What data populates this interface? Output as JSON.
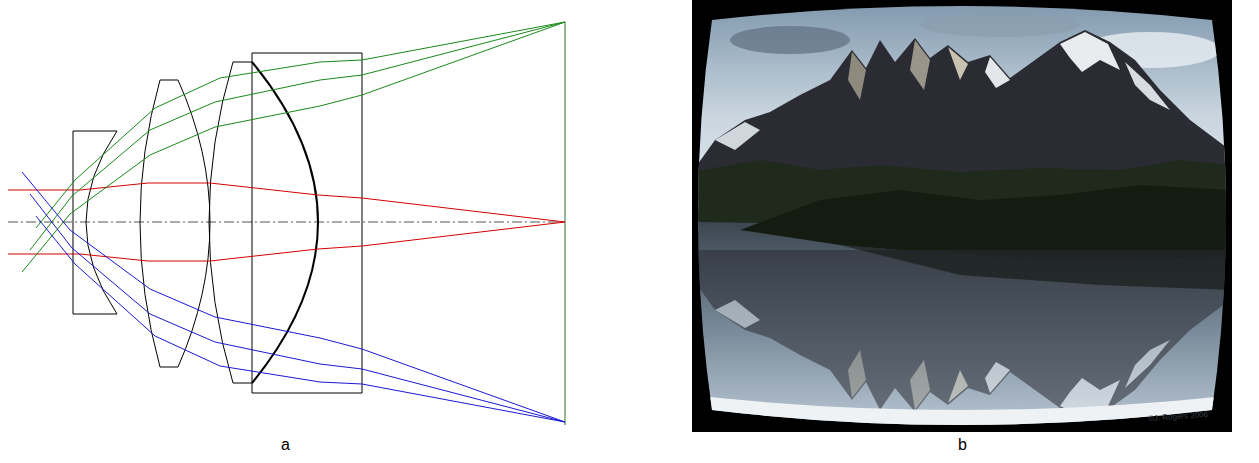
{
  "diagram": {
    "labels": [
      "a",
      "b",
      "©J. Rogers 2006"
    ]
  }
}
